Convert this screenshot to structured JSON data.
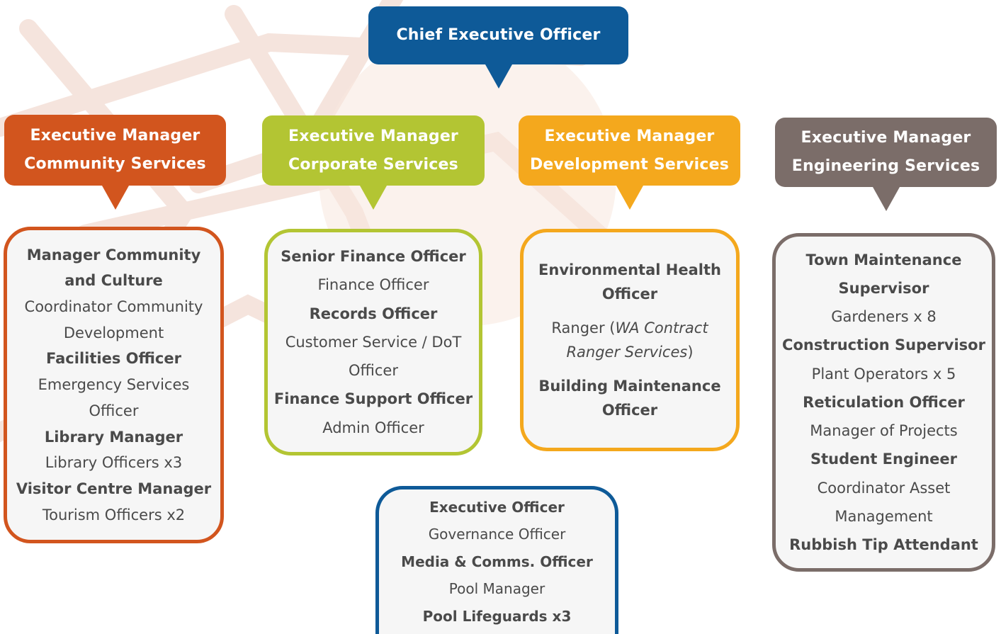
{
  "ceo": {
    "title": "Chief Executive Officer"
  },
  "divisions": [
    {
      "title_lines": [
        "Executive Manager",
        "Community Services"
      ],
      "color": "#d2551e",
      "roles": [
        {
          "text": "Manager Community",
          "bold": true
        },
        {
          "text": "and Culture",
          "bold": true
        },
        {
          "text": "Coordinator Community",
          "bold": false
        },
        {
          "text": "Development",
          "bold": false
        },
        {
          "text": "Facilities Officer",
          "bold": true
        },
        {
          "text": "Emergency Services",
          "bold": false
        },
        {
          "text": "Officer",
          "bold": false
        },
        {
          "text": "Library Manager",
          "bold": true
        },
        {
          "text": "Library Officers x3",
          "bold": false
        },
        {
          "text": "Visitor Centre Manager",
          "bold": true
        },
        {
          "text": "Tourism Officers x2",
          "bold": false
        }
      ]
    },
    {
      "title_lines": [
        "Executive Manager",
        "Corporate Services"
      ],
      "color": "#b3c533",
      "roles": [
        {
          "text": "Senior Finance Officer",
          "bold": true
        },
        {
          "text": "Finance Officer",
          "bold": false
        },
        {
          "text": "Records Officer",
          "bold": true
        },
        {
          "text": "Customer Service / DoT",
          "bold": false
        },
        {
          "text": "Officer",
          "bold": false
        },
        {
          "text": "Finance Support Officer",
          "bold": true
        },
        {
          "text": "Admin Officer",
          "bold": false
        }
      ]
    },
    {
      "title_lines": [
        "Executive Manager",
        "Development Services"
      ],
      "color": "#f4a81d",
      "roles": [
        {
          "text": "Environmental Health",
          "bold": true
        },
        {
          "text": "Officer",
          "bold": true
        },
        {
          "text": "Ranger (",
          "italic_part": "WA Contract",
          "bold": false
        },
        {
          "text": "Ranger Services",
          "suffix": ")",
          "bold": false
        },
        {
          "text": "Building Maintenance",
          "bold": true
        },
        {
          "text": "Officer",
          "bold": true
        }
      ]
    },
    {
      "title_lines": [
        "Executive Manager",
        "Engineering Services"
      ],
      "color": "#7b6d69",
      "roles": [
        {
          "text": "Town Maintenance",
          "bold": true
        },
        {
          "text": "Supervisor",
          "bold": true
        },
        {
          "text": "Gardeners x 8",
          "bold": false
        },
        {
          "text": "Construction Supervisor",
          "bold": true
        },
        {
          "text": "Plant Operators x 5",
          "bold": false
        },
        {
          "text": "Reticulation Officer",
          "bold": true
        },
        {
          "text": "Manager of Projects",
          "bold": false
        },
        {
          "text": "Student Engineer",
          "bold": true
        },
        {
          "text": "Coordinator Asset",
          "bold": false
        },
        {
          "text": "Management",
          "bold": false
        },
        {
          "text": "Rubbish Tip Attendant",
          "bold": true
        }
      ]
    }
  ],
  "executive_office": {
    "color": "#0e5a98",
    "roles": [
      {
        "text": "Executive Officer",
        "bold": true
      },
      {
        "text": "Governance Officer",
        "bold": false
      },
      {
        "text": "Media & Comms. Officer",
        "bold": true
      },
      {
        "text": "Pool Manager",
        "bold": false
      },
      {
        "text": "Pool Lifeguards x3",
        "bold": true
      }
    ]
  }
}
